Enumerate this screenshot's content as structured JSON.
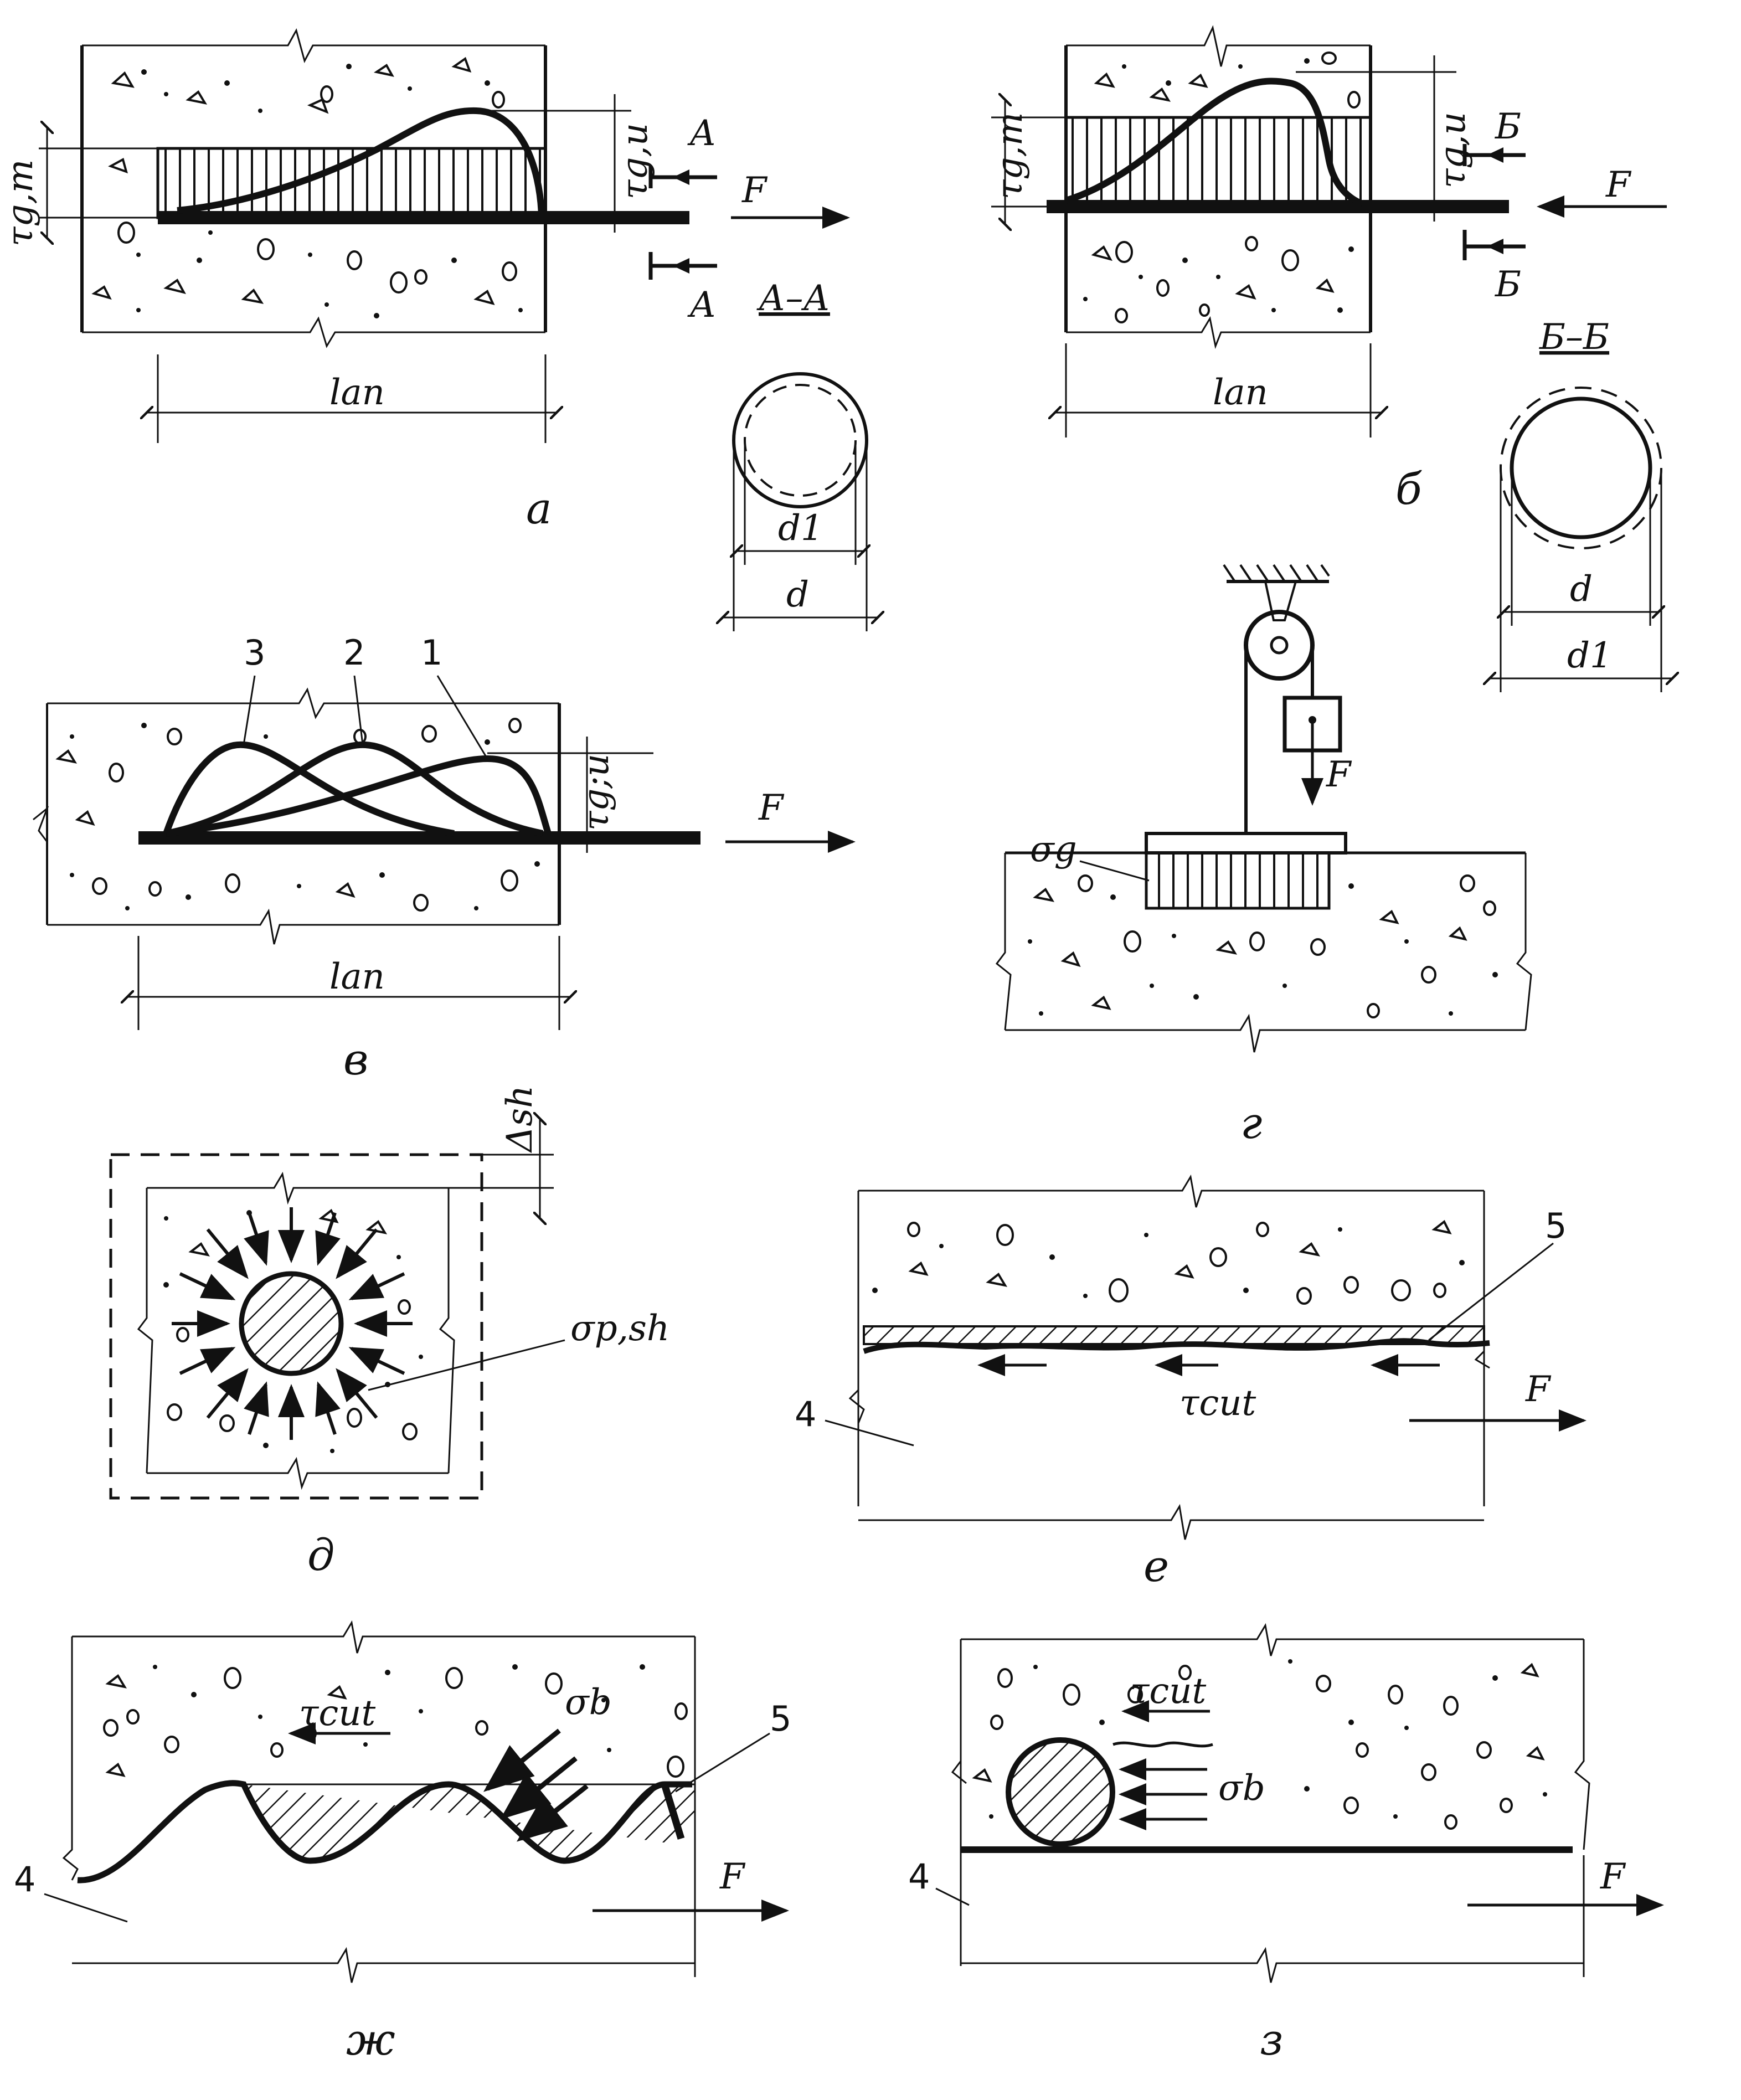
{
  "panels": {
    "a": {
      "caption": "а",
      "tau_gm": "τg,m",
      "tau_gu": "τg,u",
      "force": "F",
      "section_mark": "А",
      "section_title": "А–А",
      "length": "lan",
      "d_inner": "d1",
      "d_outer": "d"
    },
    "b": {
      "caption": "б",
      "tau_gm": "τg,m",
      "tau_gu": "τg,u",
      "force": "F",
      "section_mark": "Б",
      "section_title": "Б–Б",
      "length": "lan",
      "d_inner": "d",
      "d_outer": "d1"
    },
    "v": {
      "caption": "в",
      "curve_labels": [
        "3",
        "2",
        "1"
      ],
      "tau_gu": "τg;u",
      "force": "F",
      "length": "lan"
    },
    "g": {
      "caption": "г",
      "sigma": "σg",
      "force": "F"
    },
    "d": {
      "caption": "д",
      "delta": "Δsh",
      "sigma": "σp,sh"
    },
    "e": {
      "caption": "е",
      "tau": "τcut",
      "force": "F",
      "label_4": "4",
      "label_5": "5"
    },
    "zh": {
      "caption": "ж",
      "tau": "τcut",
      "sigma": "σb",
      "force": "F",
      "label_4": "4",
      "label_5": "5"
    },
    "z": {
      "caption": "з",
      "tau": "τcut",
      "sigma": "σb",
      "force": "F",
      "label_4": "4"
    }
  }
}
